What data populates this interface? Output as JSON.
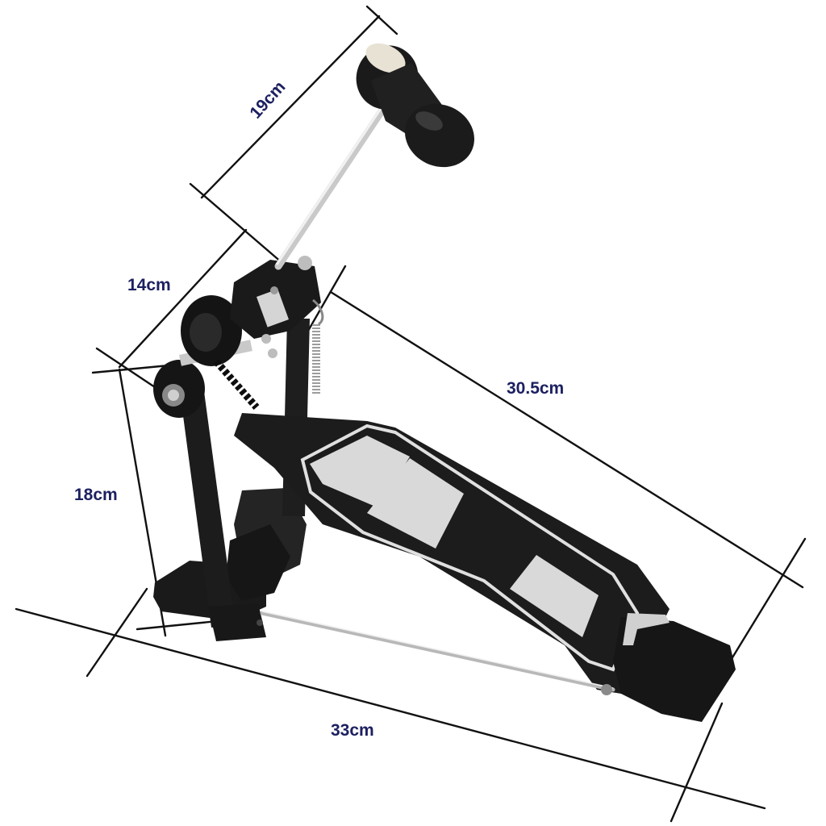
{
  "product": "bass-drum-pedal",
  "dimensions": {
    "beater_length": "19cm",
    "frame_width": "14cm",
    "frame_height": "18cm",
    "footboard_length": "30.5cm",
    "base_length": "33cm"
  },
  "colors": {
    "label": "#1d2060",
    "line": "#111111",
    "pedal_body": "#1b1b1b",
    "silver": "#d9d9d9",
    "chrome": "#b8b8b8",
    "felt": "#e8e2d4"
  }
}
